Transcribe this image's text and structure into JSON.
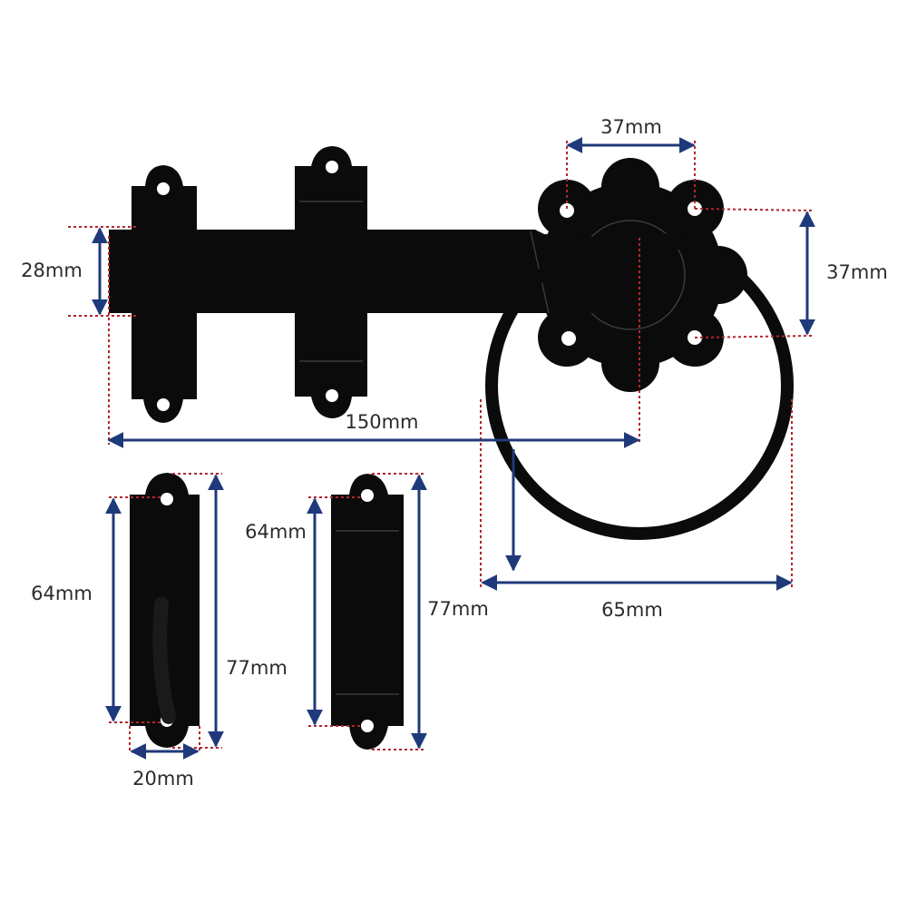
{
  "colors": {
    "background": "#ffffff",
    "metal": "#0b0b0b",
    "dimension_line": "#1f3a7a",
    "guide_line": "#b3262e"
  },
  "dimensions": {
    "rose_hole_spacing_horizontal": "37mm",
    "rose_hole_spacing_vertical": "37mm",
    "bar_height": "28mm",
    "overall_length": "150mm",
    "ring_diameter": "65mm",
    "keep_hole_spacing": "64mm",
    "keep_height": "77mm",
    "keep_width": "20mm",
    "staple_hole_spacing": "64mm",
    "staple_height": "77mm"
  }
}
